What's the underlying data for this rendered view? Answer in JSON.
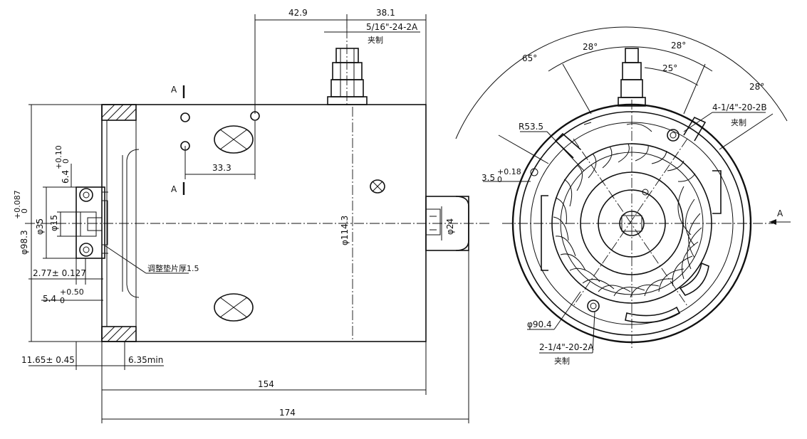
{
  "dimensions": {
    "d42_9": "42.9",
    "d38_1": "38.1",
    "thread_top": "5/16\"-24-2A",
    "thread_top_note": "夹制",
    "d33_3": "33.3",
    "dia114_3": "φ114.3",
    "dia24": "φ24",
    "d154": "154",
    "d174": "174",
    "dia98": "φ98.3",
    "dia98_tol": "+0.087",
    "dia98_tol2": "0",
    "dia35": "φ35",
    "dia15": "φ15",
    "d6_4": "6.4",
    "d6_4_tol": "+0.10",
    "d6_4_tol2": "0",
    "d2_77": "2.77± 0.127",
    "d5_4": "5.4",
    "d5_4_tol": "+0.50",
    "d5_4_tol2": "0",
    "d11_65": "11.65± 0.45",
    "d6_35": "6.35min",
    "bearing_note": "调整垫片厚1.5",
    "section_a": "A",
    "angle65": "65°",
    "angle28a": "28°",
    "angle28b": "28°",
    "angle25": "25°",
    "angle28c": "28°",
    "thread_right": "4-1/4\"-20-2B",
    "thread_right_note": "夹制",
    "r53_5": "R53.5",
    "d3_5": "3.5",
    "d3_5_tol": "+0.18",
    "d3_5_tol2": "0",
    "dia90_4": "φ90.4",
    "thread_bottom": "2-1/4\"-20-2A",
    "thread_bottom_note": "夹制",
    "view_a": "A"
  }
}
